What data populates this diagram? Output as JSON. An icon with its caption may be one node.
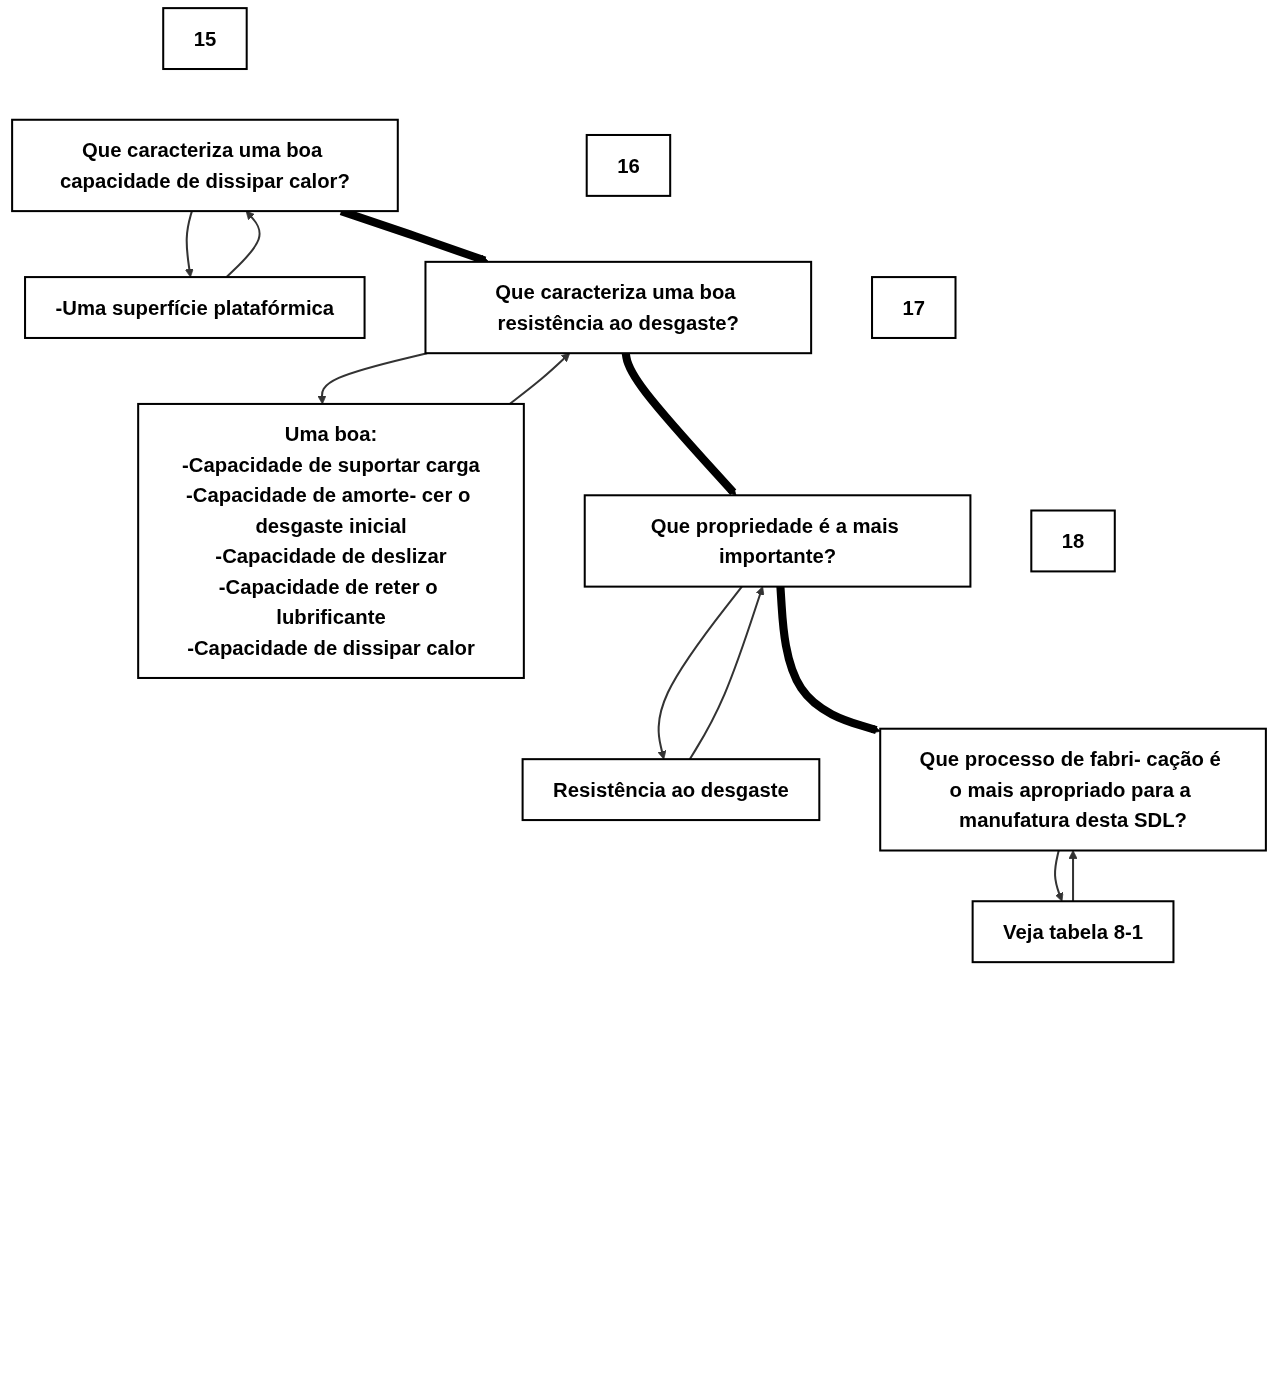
{
  "diagram": {
    "nodes": [
      {
        "text": [
          "15"
        ]
      },
      {
        "text": [
          "Que caracteriza uma boa capacidade de dissipar calor?"
        ]
      },
      {
        "text": [
          "-Uma superfície platafórmica"
        ]
      },
      {
        "text": [
          "16"
        ]
      },
      {
        "text": [
          "Que caracteriza uma boa resistência ao desgaste?"
        ]
      },
      {
        "text": [
          "Uma boa:",
          "-Capacidade de suportar carga",
          "-Capacidade de amorte- cer o desgaste inicial",
          "-Capacidade de deslizar",
          "-Capacidade de reter o lubrificante",
          "-Capacidade de dissipar calor"
        ]
      },
      {
        "text": [
          "17"
        ]
      },
      {
        "text": [
          "Que propriedade é a mais importante?"
        ]
      },
      {
        "text": [
          "Resistência ao desgaste"
        ]
      },
      {
        "text": [
          "18"
        ]
      },
      {
        "text": [
          "Que processo de fabri- cação é o mais apropriado para a manufatura desta SDL?"
        ]
      },
      {
        "text": [
          "Veja tabela 8-1"
        ]
      }
    ],
    "edges": [
      {
        "from": 1,
        "to": 2,
        "arrow": "to"
      },
      {
        "from": 2,
        "to": 1,
        "arrow": "to"
      },
      {
        "from": 1,
        "to": 4,
        "arrow": "to",
        "style": "thick"
      },
      {
        "from": 4,
        "to": 5,
        "arrow": "to"
      },
      {
        "from": 5,
        "to": 4,
        "arrow": "to"
      },
      {
        "from": 4,
        "to": 7,
        "arrow": "to",
        "style": "thick"
      },
      {
        "from": 7,
        "to": 8,
        "arrow": "to"
      },
      {
        "from": 8,
        "to": 7,
        "arrow": "to"
      },
      {
        "from": 7,
        "to": 10,
        "arrow": "to",
        "style": "thick"
      },
      {
        "from": 10,
        "to": 11,
        "arrow": "to"
      },
      {
        "from": 11,
        "to": 10,
        "arrow": "to"
      }
    ]
  }
}
